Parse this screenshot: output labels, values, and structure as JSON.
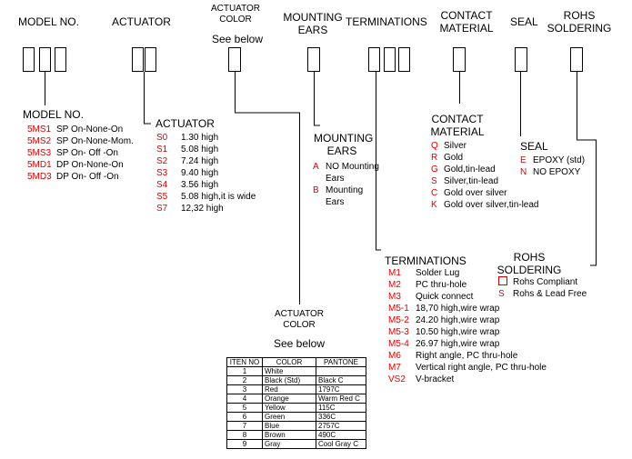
{
  "headers": {
    "model_no": "MODEL NO.",
    "actuator": "ACTUATOR",
    "actuator_color_l1": "ACTUATOR",
    "actuator_color_l2": "COLOR",
    "actuator_color_note": "See below",
    "mounting_l1": "MOUNTING",
    "mounting_l2": "EARS",
    "terminations": "TERMINATIONS",
    "contact_l1": "CONTACT",
    "contact_l2": "MATERIAL",
    "seal": "SEAL",
    "rohs_l1": "ROHS",
    "rohs_l2": "SOLDERING"
  },
  "model_no": {
    "title": "MODEL NO.",
    "items": [
      {
        "code": "5MS1",
        "desc": "SP On-None-On"
      },
      {
        "code": "5MS2",
        "desc": "SP On-None-Mom."
      },
      {
        "code": "5MS3",
        "desc": "SP On- Off -On"
      },
      {
        "code": "5MD1",
        "desc": "DP On-None-On"
      },
      {
        "code": "5MD3",
        "desc": "DP On- Off -On"
      }
    ]
  },
  "actuator": {
    "title": "ACTUATOR",
    "items": [
      {
        "code": "S0",
        "desc": "1.30 high"
      },
      {
        "code": "S1",
        "desc": "5.08 high"
      },
      {
        "code": "S2",
        "desc": "7.24 high"
      },
      {
        "code": "S3",
        "desc": "9.40 high"
      },
      {
        "code": "S4",
        "desc": "3.56 high"
      },
      {
        "code": "S5",
        "desc": "5.08 high,it is wide"
      },
      {
        "code": "S7",
        "desc": "12,32 high"
      }
    ]
  },
  "mounting": {
    "title_l1": "MOUNTING",
    "title_l2": "EARS",
    "items": [
      {
        "code": "A",
        "desc_l1": "NO Mounting",
        "desc_l2": "Ears"
      },
      {
        "code": "B",
        "desc_l1": "Mounting",
        "desc_l2": "Ears"
      }
    ]
  },
  "contact": {
    "title_l1": "CONTACT",
    "title_l2": "MATERIAL",
    "items": [
      {
        "code": "Q",
        "desc": "Silver"
      },
      {
        "code": "R",
        "desc": "Gold"
      },
      {
        "code": "G",
        "desc": "Gold,tin-lead"
      },
      {
        "code": "S",
        "desc": "Silver,tin-lead"
      },
      {
        "code": "C",
        "desc": "Gold over silver"
      },
      {
        "code": "K",
        "desc": "Gold over silver,tin-lead"
      }
    ]
  },
  "seal": {
    "title": "SEAL",
    "items": [
      {
        "code": "E",
        "desc": "EPOXY (std)"
      },
      {
        "code": "N",
        "desc": "NO EPOXY"
      }
    ]
  },
  "rohs": {
    "title_l1": "ROHS",
    "title_l2": "SOLDERING",
    "items": [
      {
        "code": "",
        "desc": "Rohs Compliant"
      },
      {
        "code": "S",
        "desc": "Rohs & Lead Free"
      }
    ]
  },
  "terminations": {
    "title": "TERMINATIONS",
    "items": [
      {
        "code": "M1",
        "desc": "Solder Lug"
      },
      {
        "code": "M2",
        "desc": "PC thru-hole"
      },
      {
        "code": "M3",
        "desc": "Quick connect"
      },
      {
        "code": "M5-1",
        "desc": "18,70 high,wire wrap"
      },
      {
        "code": "M5-2",
        "desc": "24.20 high,wire wrap"
      },
      {
        "code": "M5-3",
        "desc": "10.50 high,wire wrap"
      },
      {
        "code": "M5-4",
        "desc": "26.97 high,wire wrap"
      },
      {
        "code": "M6",
        "desc": "Right angle, PC thru-hole"
      },
      {
        "code": "M7",
        "desc": "Vertical right angle, PC thru-hole"
      },
      {
        "code": "VS2",
        "desc": "V-bracket"
      }
    ]
  },
  "actuator_color": {
    "title_l1": "ACTUATOR",
    "title_l2": "COLOR",
    "note": "See below",
    "table": {
      "headers": [
        "ITEN NO",
        "COLOR",
        "PANTONE"
      ],
      "rows": [
        [
          "1",
          "White",
          ""
        ],
        [
          "2",
          "Black (Std)",
          "Black  C"
        ],
        [
          "3",
          "Red",
          "1797C"
        ],
        [
          "4",
          "Orange",
          "Warm Red C"
        ],
        [
          "5",
          "Yellow",
          "115C"
        ],
        [
          "6",
          "Green",
          "336C"
        ],
        [
          "7",
          "Blue",
          "2757C"
        ],
        [
          "8",
          "Brown",
          "490C"
        ],
        [
          "9",
          "Gray",
          "Cool Gray C"
        ]
      ]
    }
  },
  "colors": {
    "code": "#e00000",
    "text": "#000000"
  }
}
